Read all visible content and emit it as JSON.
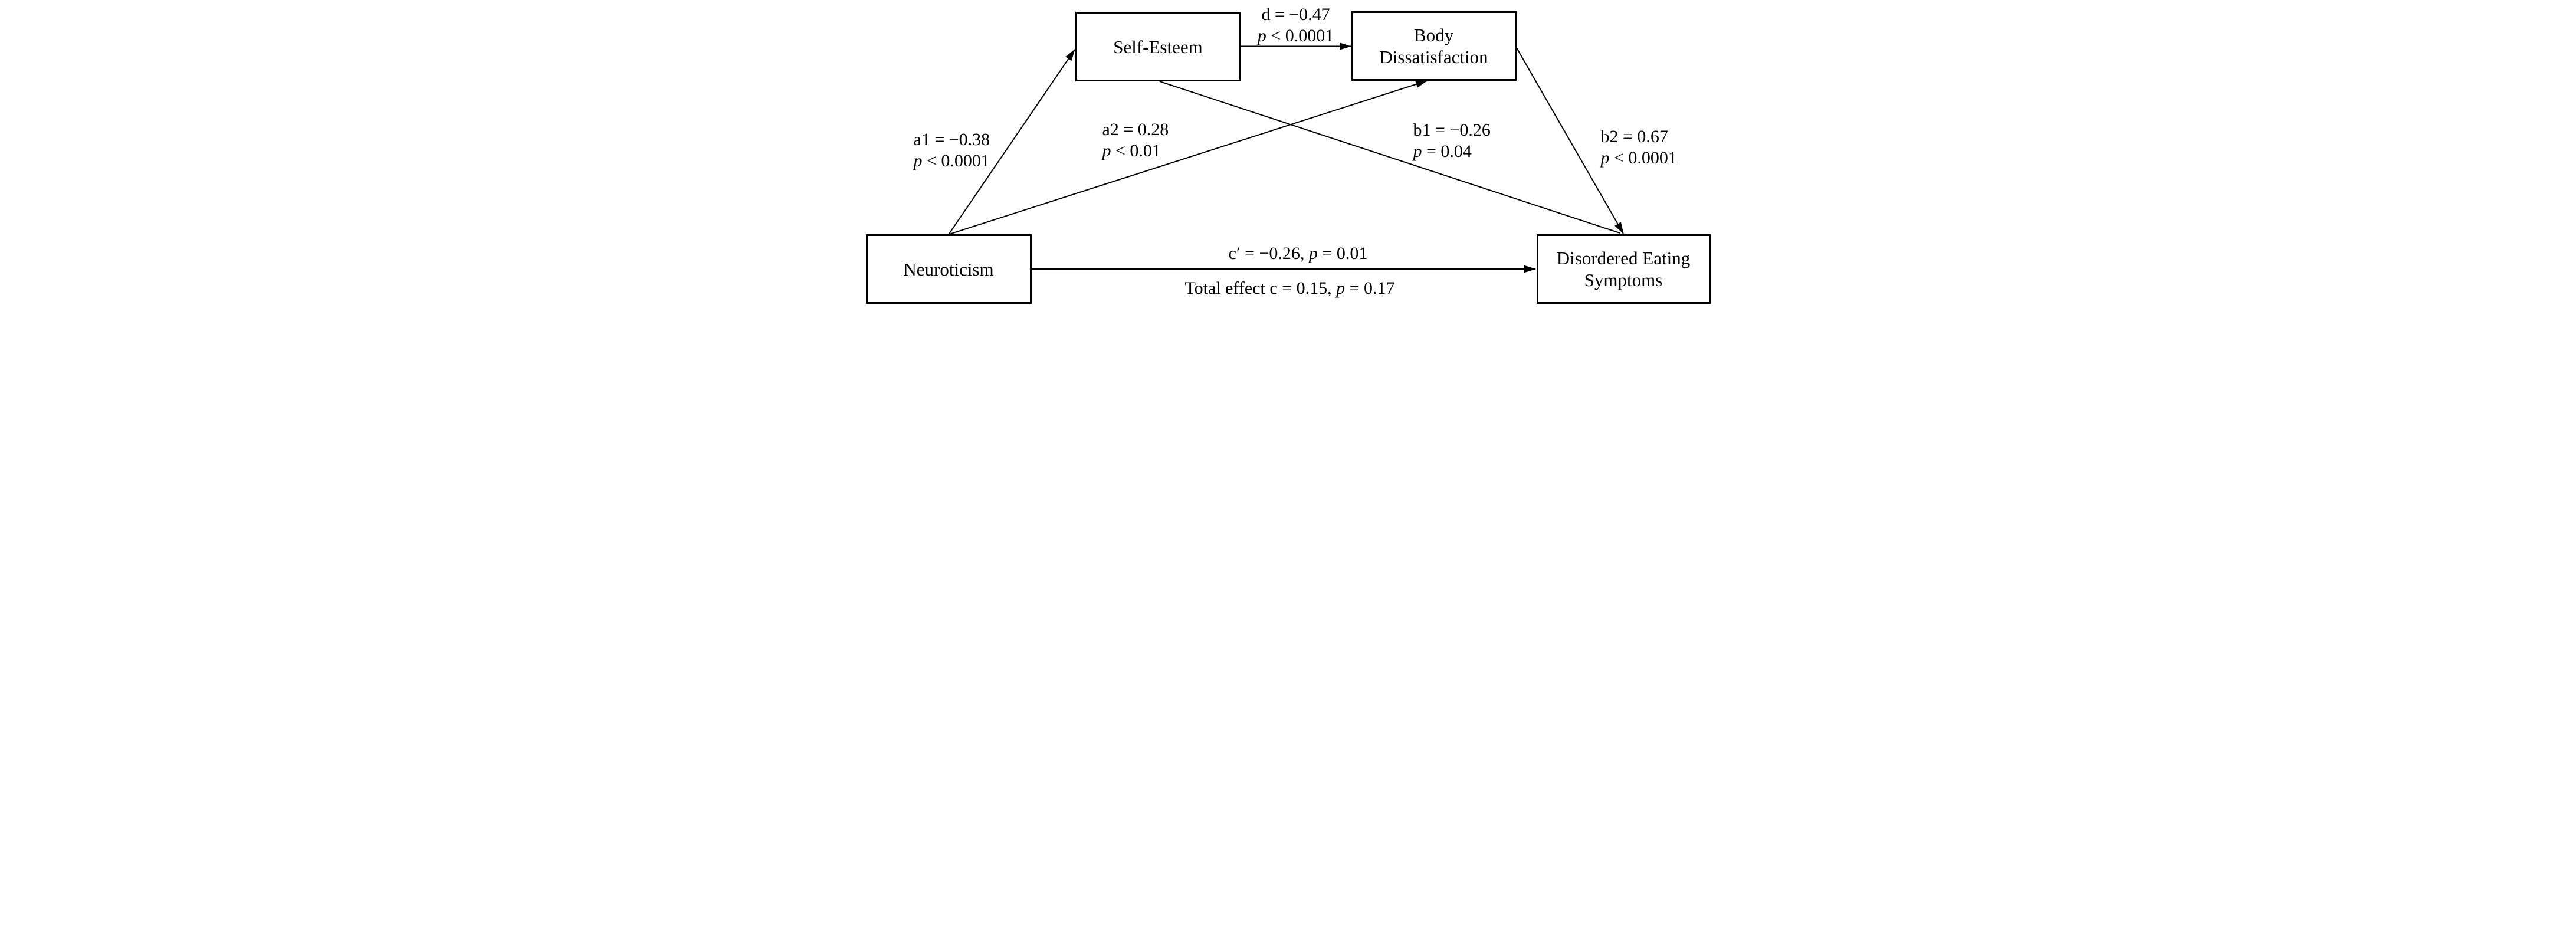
{
  "figure": {
    "type": "mediation-path-diagram",
    "background_color": "#ffffff",
    "ink_color": "#000000"
  },
  "nodes": {
    "neuroticism": {
      "label": "Neuroticism"
    },
    "self_esteem": {
      "label": "Self-Esteem"
    },
    "body_dissatisfaction": {
      "line1": "Body",
      "line2": "Dissatisfaction"
    },
    "disordered_eating": {
      "line1": "Disordered Eating",
      "line2": "Symptoms"
    }
  },
  "paths": {
    "a1": {
      "coef": "a1 = −0.38",
      "p_symbol": "p",
      "p_rest": " < 0.0001"
    },
    "a2": {
      "coef": "a2 = 0.28",
      "p_symbol": "p",
      "p_rest": " < 0.01"
    },
    "d": {
      "coef": "d = −0.47",
      "p_symbol": "p",
      "p_rest": " < 0.0001"
    },
    "b1": {
      "coef": "b1 = −0.26",
      "p_symbol": "p",
      "p_rest": " = 0.04"
    },
    "b2": {
      "coef": "b2 = 0.67",
      "p_symbol": "p",
      "p_rest": " < 0.0001"
    },
    "c_prime": {
      "prefix": "c′ = −0.26, ",
      "p_symbol": "p",
      "suffix": " = 0.01"
    },
    "total": {
      "prefix": "Total effect c = 0.15, ",
      "p_symbol": "p",
      "suffix": " = 0.17"
    }
  }
}
